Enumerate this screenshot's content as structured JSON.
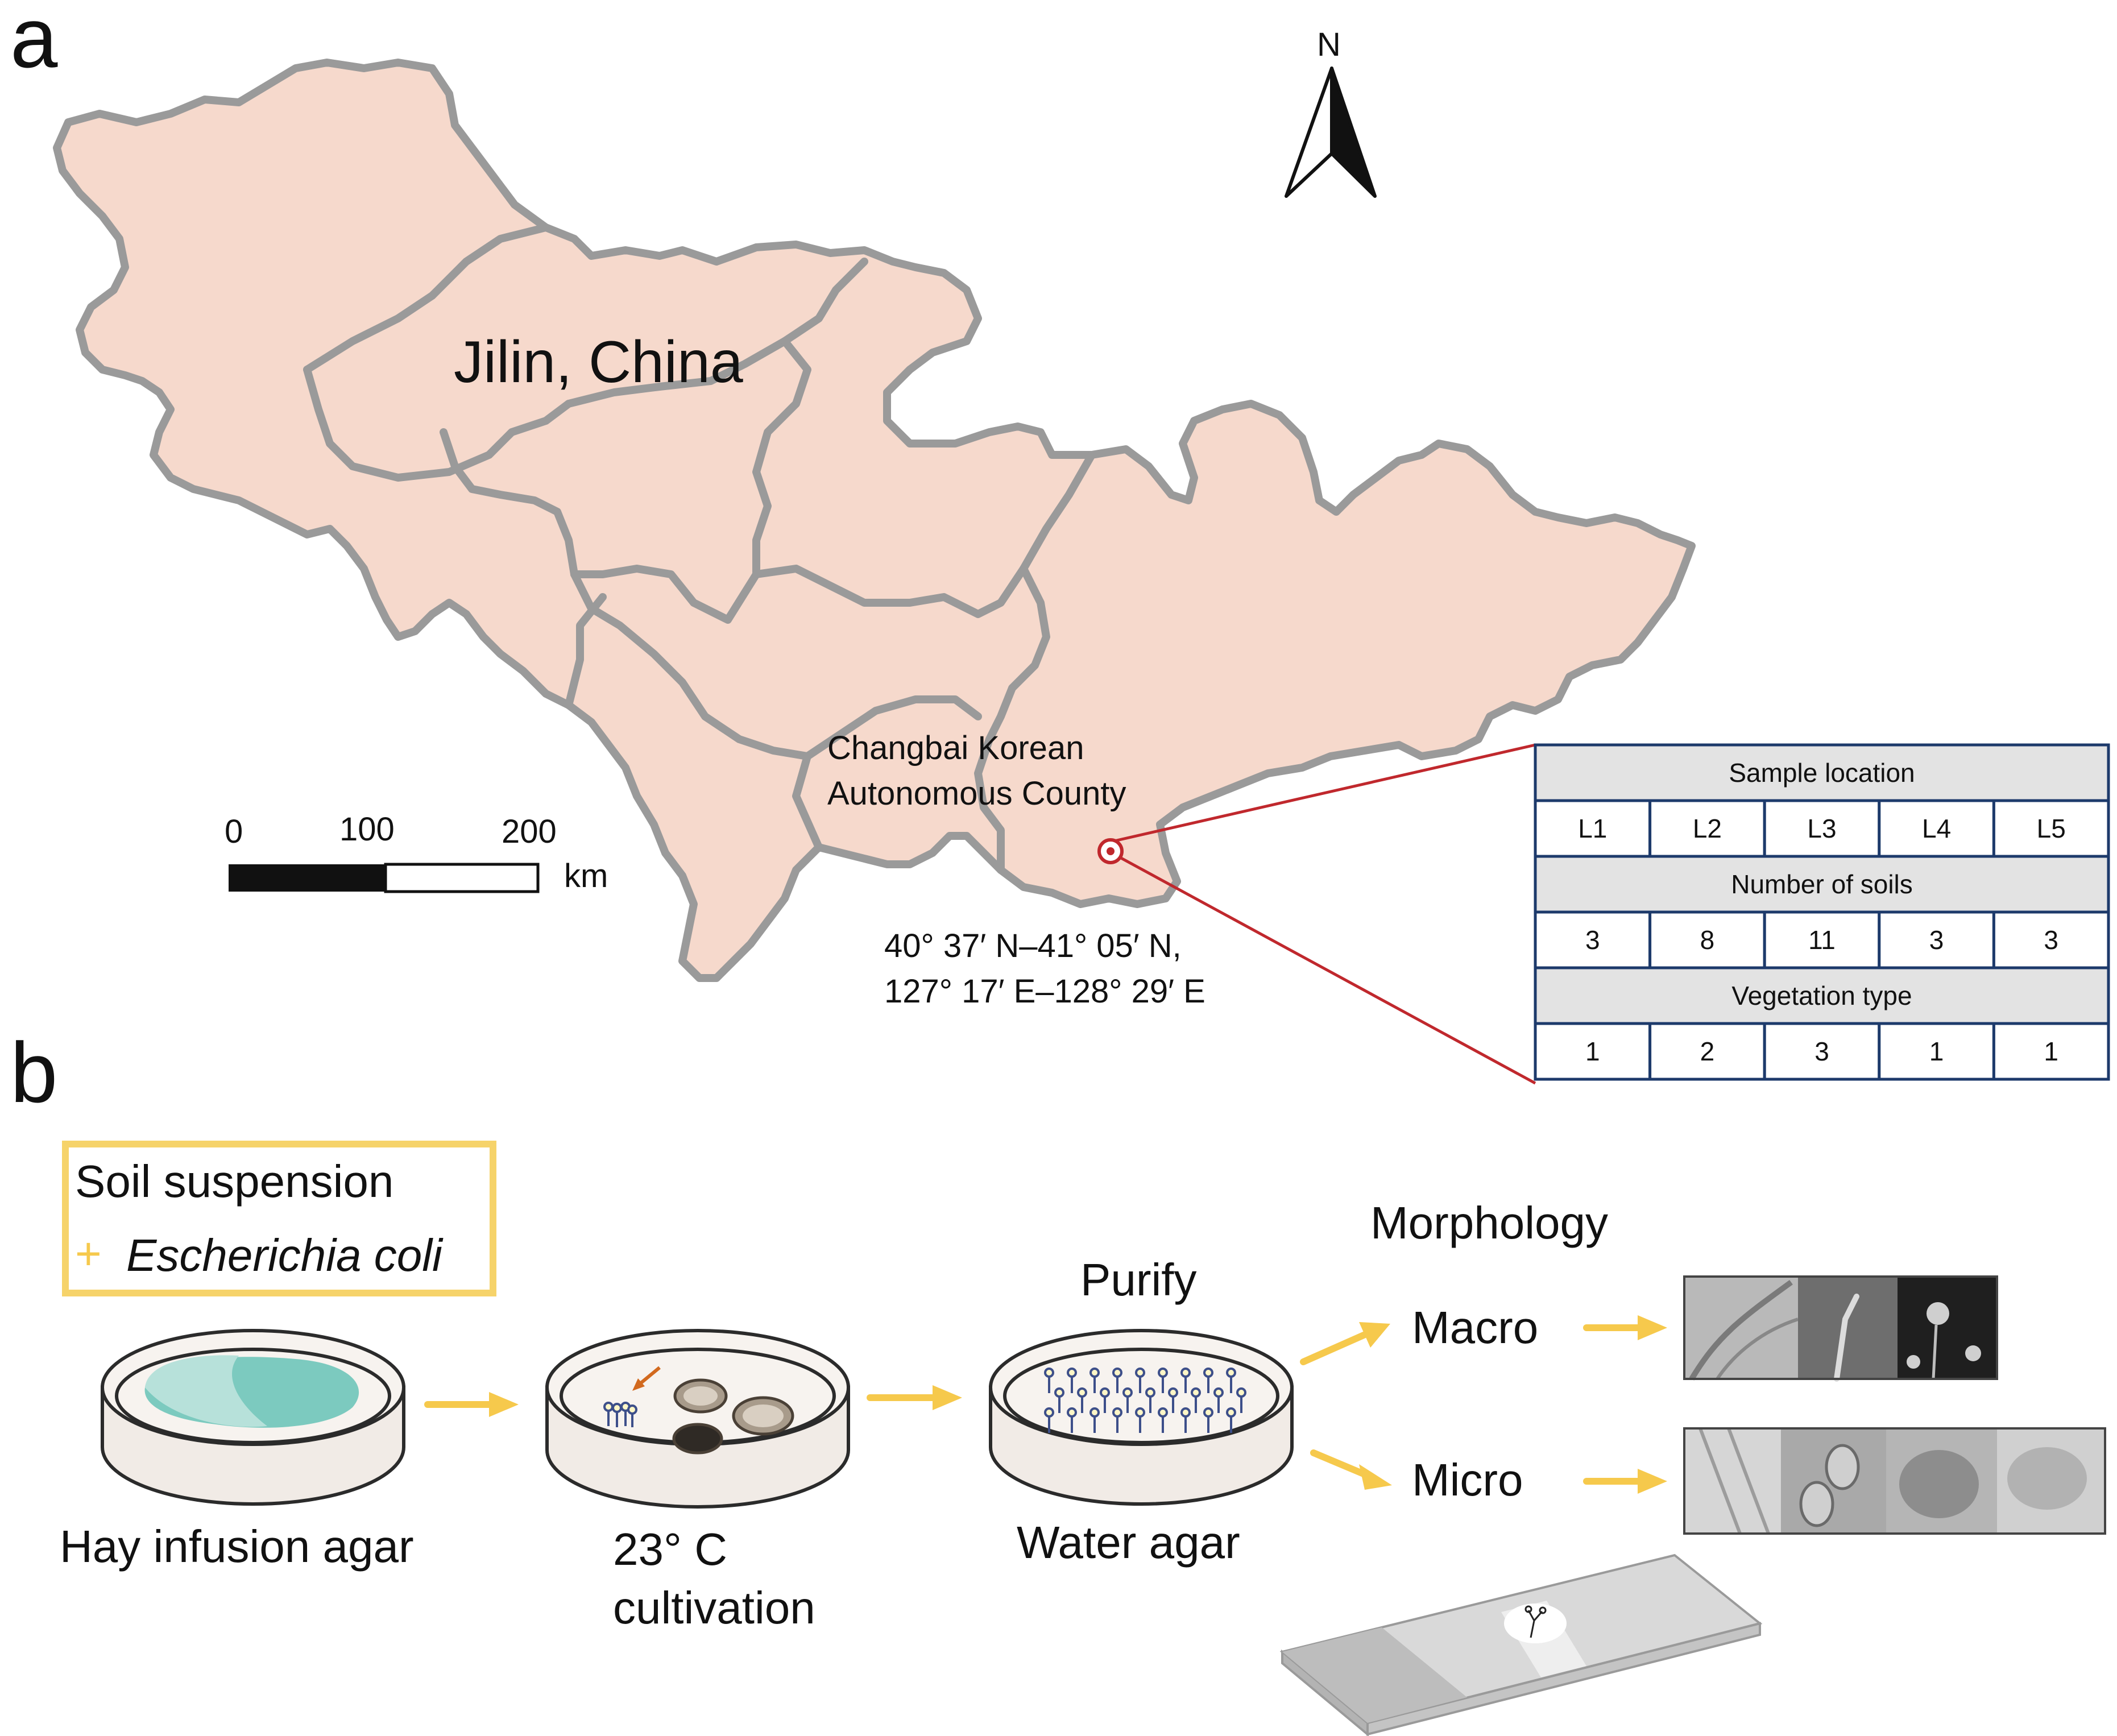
{
  "panel_a": {
    "label": "a",
    "region_label": "Jilin, China",
    "north_label": "N",
    "scale_bar": {
      "ticks": [
        "0",
        "100",
        "200"
      ],
      "unit": "km"
    },
    "site_name": [
      "Changbai Korean",
      "Autonomous County"
    ],
    "coordinates": [
      "40°  37′ N–41°  05′ N,",
      "127°  17′ E–128°  29′ E"
    ]
  },
  "sample_table": {
    "sections": [
      {
        "header": "Sample location",
        "values": [
          "L1",
          "L2",
          "L3",
          "L4",
          "L5"
        ]
      },
      {
        "header": "Number of soils",
        "values": [
          "3",
          "8",
          "11",
          "3",
          "3"
        ]
      },
      {
        "header": "Vegetation type",
        "values": [
          "1",
          "2",
          "3",
          "1",
          "1"
        ]
      }
    ]
  },
  "panel_b": {
    "label": "b",
    "inoculum": {
      "line1": "Soil suspension",
      "plus": "+",
      "organism": "Escherichia coli"
    },
    "steps": {
      "hay": "Hay infusion agar",
      "cultivation_line1": "23°  C",
      "cultivation_line2": "cultivation",
      "purify": "Purify",
      "water_agar": "Water agar",
      "morphology": "Morphology",
      "macro": "Macro",
      "micro": "Micro"
    },
    "colors": {
      "arrow": "#f6c94c",
      "box_border": "#f6d36a",
      "map_fill": "#f6d9cc",
      "map_border": "#9a9a9a",
      "callout": "#c0282d",
      "table_border": "#1d3a6b"
    }
  }
}
